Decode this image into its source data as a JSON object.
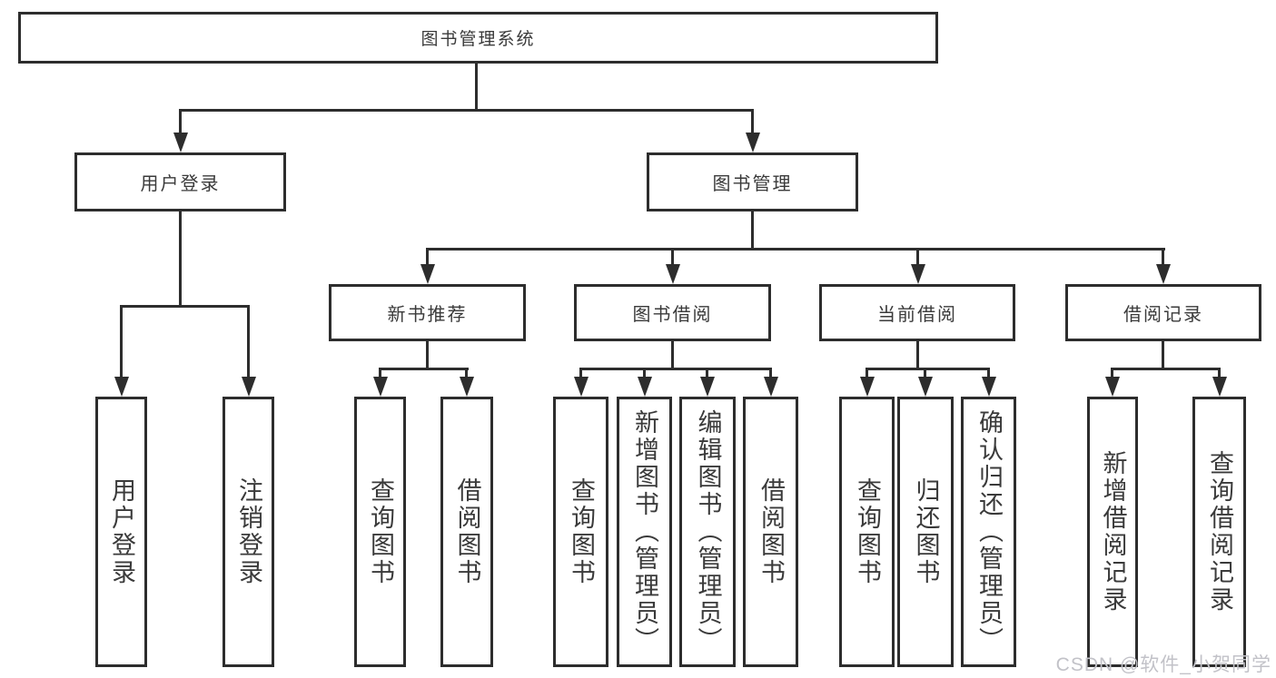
{
  "title": "图书管理系统",
  "level2": {
    "user_login": "用户登录",
    "book_mgmt": "图书管理"
  },
  "level3": {
    "new_books": "新书推荐",
    "book_borrow": "图书借阅",
    "current_borrow": "当前借阅",
    "borrow_records": "借阅记录"
  },
  "leaves": {
    "user_login": [
      "用户登录",
      "注销登录"
    ],
    "new_books": [
      "查询图书",
      "借阅图书"
    ],
    "book_borrow": [
      "查询图书",
      "新增图书（管理员）",
      "编辑图书（管理员）",
      "借阅图书"
    ],
    "current_borrow": [
      "查询图书",
      "归还图书",
      "确认归还（管理员）"
    ],
    "borrow_records": [
      "新增借阅记录",
      "查询借阅记录"
    ]
  },
  "watermark": "CSDN @软件_小贺同学",
  "colors": {
    "line": "#2d2d2d",
    "text": "#3a3a3a",
    "watermark": "#c2c2c8",
    "background": "#ffffff"
  }
}
